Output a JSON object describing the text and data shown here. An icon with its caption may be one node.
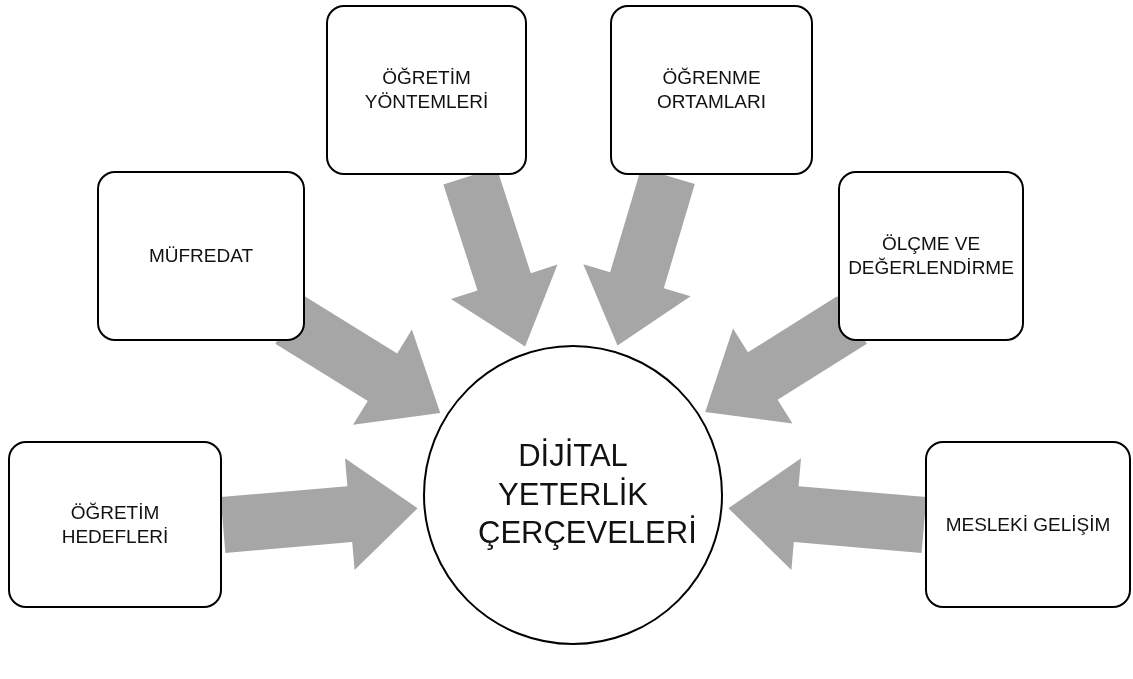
{
  "diagram": {
    "nodes": [
      {
        "text": [
          "ÖĞRETİM YÖNTEMLERİ"
        ]
      },
      {
        "text": [
          "ÖĞRENME ORTAMLARI"
        ]
      },
      {
        "text": [
          "MÜFREDAT"
        ]
      },
      {
        "text": [
          "ÖLÇME VE DEĞERLENDİRME"
        ]
      },
      {
        "text": [
          "DİJİTAL YETERLİK ÇERÇEVELERİ"
        ]
      },
      {
        "text": [
          "ÖĞRETİM HEDEFLERİ"
        ]
      },
      {
        "text": [
          "MESLEKİ GELİŞİM"
        ]
      }
    ],
    "edges": [
      {
        "from": 0,
        "to": 4,
        "arrow": "to"
      },
      {
        "from": 1,
        "to": 4,
        "arrow": "to"
      },
      {
        "from": 2,
        "to": 4,
        "arrow": "to"
      },
      {
        "from": 3,
        "to": 4,
        "arrow": "to"
      },
      {
        "from": 5,
        "to": 4,
        "arrow": "to"
      },
      {
        "from": 6,
        "to": 4,
        "arrow": "to"
      }
    ]
  }
}
